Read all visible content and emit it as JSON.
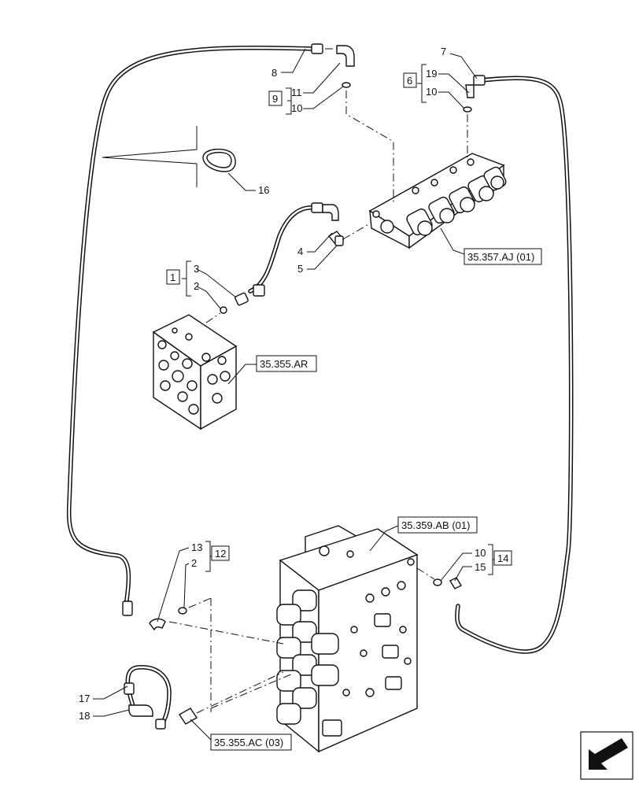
{
  "callouts": {
    "c1": "1",
    "c2a": "2",
    "c2b": "2",
    "c3": "3",
    "c4": "4",
    "c5": "5",
    "c6": "6",
    "c7": "7",
    "c8": "8",
    "c9": "9",
    "c10a": "10",
    "c10b": "10",
    "c10c": "10",
    "c11": "11",
    "c12": "12",
    "c13": "13",
    "c14": "14",
    "c15": "15",
    "c16": "16",
    "c17": "17",
    "c18": "18",
    "c19": "19"
  },
  "references": {
    "ref_aj": "35.357.AJ (01)",
    "ref_ar": "35.355.AR",
    "ref_ab": "35.359.AB (01)",
    "ref_ac": "35.355.AC (03)"
  },
  "icons": {
    "nav": "direction-arrow-icon"
  }
}
